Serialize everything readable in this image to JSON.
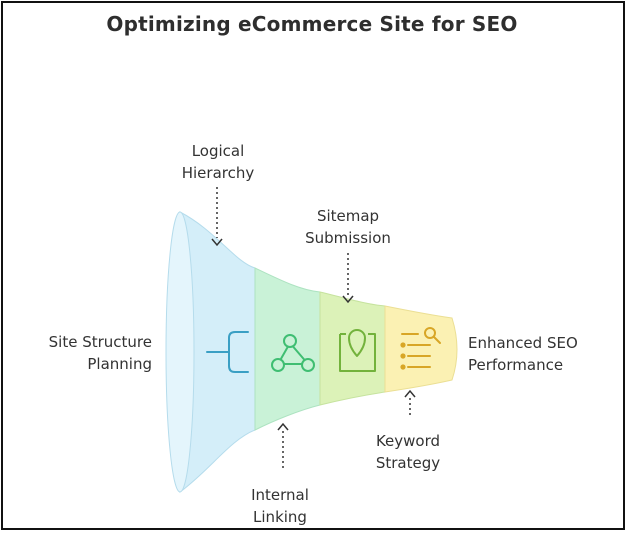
{
  "title": "Optimizing eCommerce Site for SEO",
  "stages": [
    {
      "line1": "Site Structure",
      "line2": "Planning",
      "icon": "branch-icon",
      "color": "#d4eef9"
    },
    {
      "line1": "Logical",
      "line2": "Hierarchy",
      "icon": "none",
      "color": "#d4eef9"
    },
    {
      "line1": "Internal",
      "line2": "Linking",
      "icon": "network-triangle-icon",
      "color": "#c9f2d7"
    },
    {
      "line1": "Sitemap",
      "line2": "Submission",
      "icon": "map-pin-icon",
      "color": "#dcf2b8"
    },
    {
      "line1": "Keyword",
      "line2": "Strategy",
      "icon": "list-search-icon",
      "color": "#fbf1b3"
    },
    {
      "line1": "Enhanced SEO",
      "line2": "Performance",
      "icon": "none",
      "color": "#fbf1b3"
    }
  ]
}
